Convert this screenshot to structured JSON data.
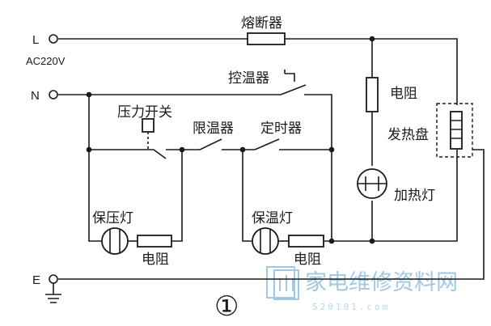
{
  "terminals": {
    "live": "L",
    "neutral": "N",
    "earth": "E",
    "supply": "AC220V"
  },
  "components": {
    "fuse": "熔断器",
    "thermostat": "控温器",
    "pressure_switch": "压力开关",
    "limit_thermostat": "限温器",
    "timer": "定时器",
    "resistor_main": "电阻",
    "heating_plate": "发热盘",
    "heating_lamp": "加热灯",
    "pressure_lamp": "保压灯",
    "pressure_lamp_resistor": "电阻",
    "warm_lamp": "保温灯",
    "warm_lamp_resistor": "电阻"
  },
  "figure_number": "①",
  "watermark": {
    "text": "家电维修资料网",
    "url": "520101.com"
  },
  "colors": {
    "line": "#1a1a1a",
    "watermark": "#9fc9e6"
  }
}
